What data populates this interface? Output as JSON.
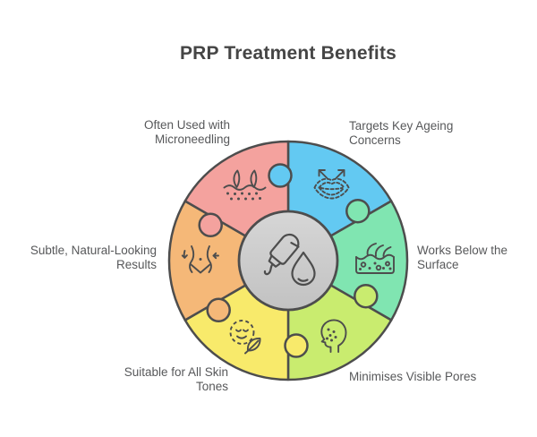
{
  "title": "PRP Treatment Benefits",
  "palette": {
    "outline": "#4d4d4d",
    "background": "#ffffff",
    "title_color": "#454545",
    "label_color": "#57585a",
    "center_fill_top": "#d6d6d6",
    "center_fill_bottom": "#c2c2c2"
  },
  "wheel": {
    "center_icon": "prp-device-droplet-icon",
    "segments": [
      {
        "id": "ageing",
        "color": "#63c9f2",
        "icon": "lips-arrows-icon",
        "label": "Targets Key Ageing Concerns",
        "label_lines": [
          "Targets Key Ageing",
          "Concerns"
        ]
      },
      {
        "id": "surface",
        "color": "#80e5b1",
        "icon": "skin-cross-section-icon",
        "label": "Works Below the Surface",
        "label_lines": [
          "Works Below the",
          "Surface"
        ]
      },
      {
        "id": "pores",
        "color": "#c9ec6f",
        "icon": "face-profile-pores-icon",
        "label": "Minimises Visible Pores",
        "label_lines": [
          "Minimises Visible Pores"
        ]
      },
      {
        "id": "tones",
        "color": "#f8ea6b",
        "icon": "smiling-sphere-leaf-icon",
        "label": "Suitable for All Skin Tones",
        "label_lines": [
          "Suitable for All Skin",
          "Tones"
        ]
      },
      {
        "id": "results",
        "color": "#f5b878",
        "icon": "waist-contour-icon",
        "label": "Subtle, Natural-Looking Results",
        "label_lines": [
          "Subtle, Natural-Looking",
          "Results"
        ]
      },
      {
        "id": "microneedling",
        "color": "#f4a29e",
        "icon": "hair-follicles-icon",
        "label": "Often Used with Microneedling",
        "label_lines": [
          "Often Used with",
          "Microneedling"
        ]
      }
    ]
  }
}
